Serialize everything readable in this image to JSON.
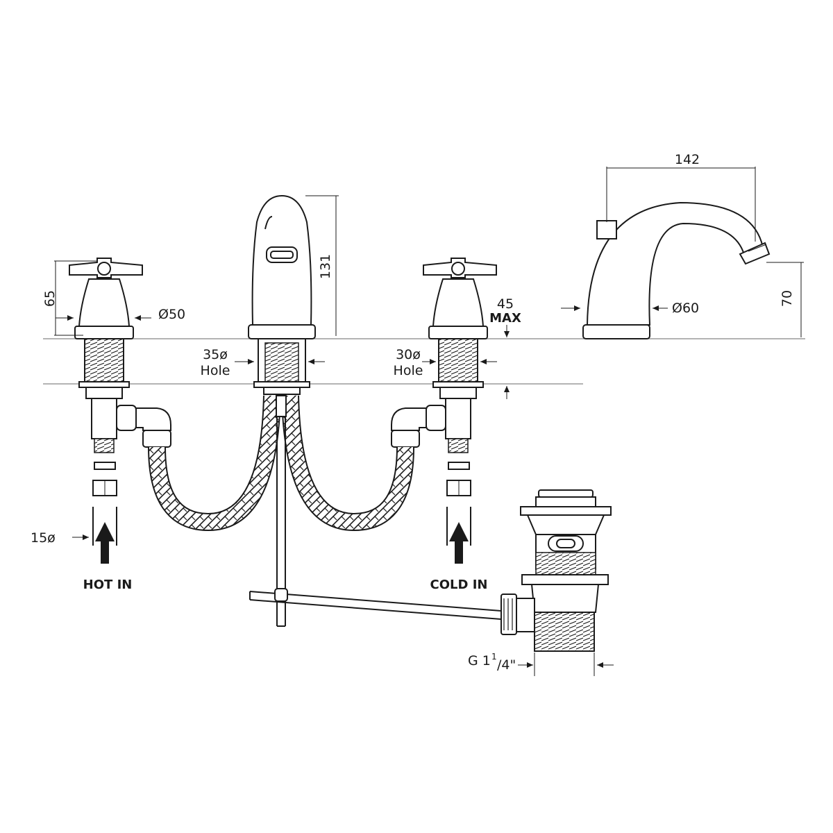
{
  "dimensions": {
    "handle_height": "65",
    "handle_diameter": "Ø50",
    "spout_height": "131",
    "spout_hole": "35ø",
    "valve_hole": "30ø",
    "hole_word": "Hole",
    "deck_max": "45",
    "deck_max_word": "MAX",
    "spout_projection": "142",
    "spout_outlet_height": "70",
    "spout_base_diameter": "Ø60",
    "inlet_diameter": "15ø",
    "waste_thread_prefix": "G 1",
    "waste_thread_num": "1",
    "waste_thread_den": "/4\""
  },
  "labels": {
    "hot_in": "HOT IN",
    "cold_in": "COLD IN"
  }
}
